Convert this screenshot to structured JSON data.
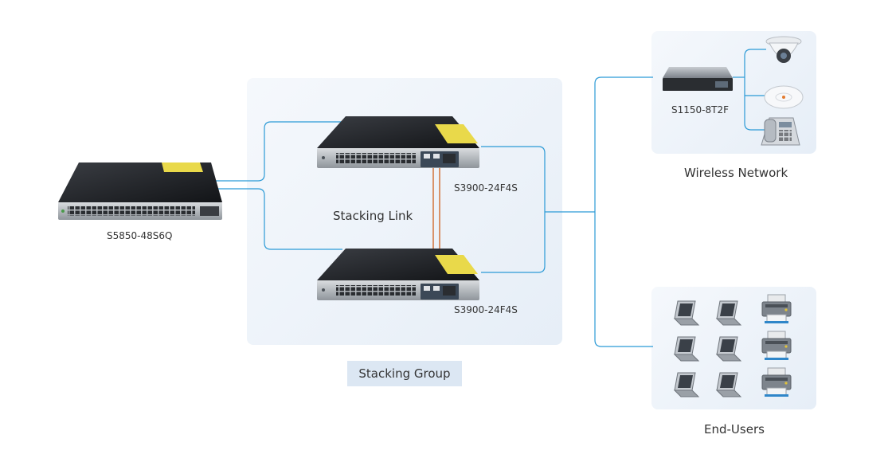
{
  "devices": {
    "core": {
      "model": "S5850-48S6Q"
    },
    "stack_top": {
      "model": "S3900-24F4S"
    },
    "stack_bottom": {
      "model": "S3900-24F4S"
    },
    "wireless_switch": {
      "model": "S1150-8T2F"
    }
  },
  "labels": {
    "stacking_link": "Stacking Link",
    "stacking_group": "Stacking Group",
    "wireless_network": "Wireless Network",
    "end_users": "End-Users"
  },
  "colors": {
    "link": "#2b9ad6",
    "stacking_link": "#d2733a",
    "switch_body": "#22252a",
    "switch_label": "#e9d94a",
    "panel_bg": "#eef3f9",
    "pill_bg": "#dce7f3"
  },
  "icons": [
    "dome-camera-icon",
    "access-point-icon",
    "ip-phone-icon",
    "laptop-icon",
    "printer-icon"
  ]
}
